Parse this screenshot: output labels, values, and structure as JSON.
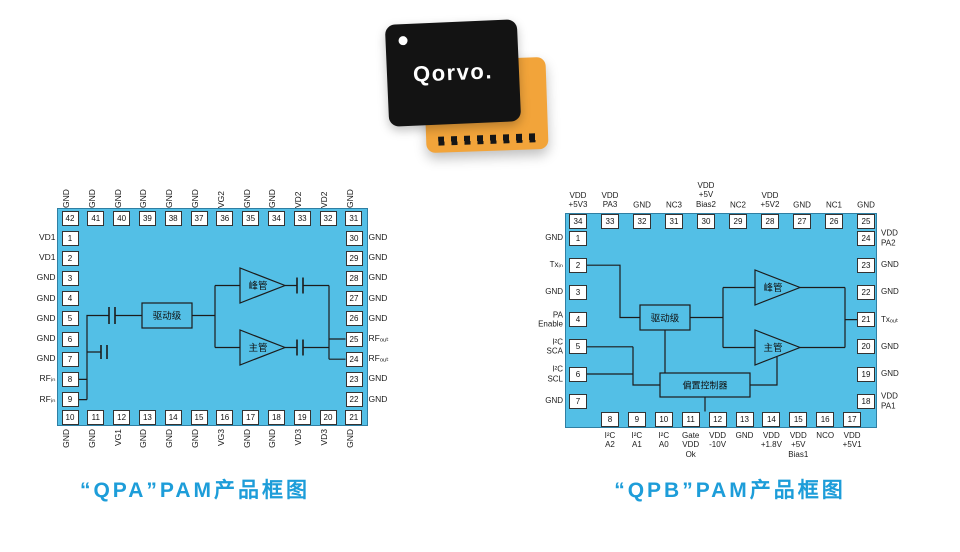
{
  "colors": {
    "diagram_fill": "#53BFE6",
    "diagram_border": "#2F7FA3",
    "caption": "#1D9DD9",
    "chip_black": "#131313",
    "chip_orange": "#F2A43A"
  },
  "chip": {
    "brand": "Qorvo."
  },
  "captions": {
    "qpa": "“QPA”PAM产品框图",
    "qpb": "“QPB”PAM产品框图"
  },
  "qpa": {
    "blocks": {
      "driver": "驱动级",
      "peak": "峰管",
      "main": "主管"
    },
    "pins": {
      "top": [
        {
          "num": "42",
          "label": "GND"
        },
        {
          "num": "41",
          "label": "GND"
        },
        {
          "num": "40",
          "label": "GND"
        },
        {
          "num": "39",
          "label": "GND"
        },
        {
          "num": "38",
          "label": "GND"
        },
        {
          "num": "37",
          "label": "GND"
        },
        {
          "num": "36",
          "label": "VG2"
        },
        {
          "num": "35",
          "label": "GND"
        },
        {
          "num": "34",
          "label": "GND"
        },
        {
          "num": "33",
          "label": "VD2"
        },
        {
          "num": "32",
          "label": "VD2"
        },
        {
          "num": "31",
          "label": "GND"
        }
      ],
      "left": [
        {
          "num": "1",
          "label": "VD1"
        },
        {
          "num": "2",
          "label": "VD1"
        },
        {
          "num": "3",
          "label": "GND"
        },
        {
          "num": "4",
          "label": "GND"
        },
        {
          "num": "5",
          "label": "GND"
        },
        {
          "num": "6",
          "label": "GND"
        },
        {
          "num": "7",
          "label": "GND"
        },
        {
          "num": "8",
          "label": "RFᵢₙ"
        },
        {
          "num": "9",
          "label": "RFᵢₙ"
        }
      ],
      "right": [
        {
          "num": "30",
          "label": "GND"
        },
        {
          "num": "29",
          "label": "GND"
        },
        {
          "num": "28",
          "label": "GND"
        },
        {
          "num": "27",
          "label": "GND"
        },
        {
          "num": "26",
          "label": "GND"
        },
        {
          "num": "25",
          "label": "RFₒᵤₜ"
        },
        {
          "num": "24",
          "label": "RFₒᵤₜ"
        },
        {
          "num": "23",
          "label": "GND"
        },
        {
          "num": "22",
          "label": "GND"
        }
      ],
      "bottom": [
        {
          "num": "10",
          "label": "GND"
        },
        {
          "num": "11",
          "label": "GND"
        },
        {
          "num": "12",
          "label": "VG1"
        },
        {
          "num": "13",
          "label": "GND"
        },
        {
          "num": "14",
          "label": "GND"
        },
        {
          "num": "15",
          "label": "GND"
        },
        {
          "num": "16",
          "label": "VG3"
        },
        {
          "num": "17",
          "label": "GND"
        },
        {
          "num": "18",
          "label": "GND"
        },
        {
          "num": "19",
          "label": "VD3"
        },
        {
          "num": "20",
          "label": "VD3"
        },
        {
          "num": "21",
          "label": "GND"
        }
      ]
    }
  },
  "qpb": {
    "blocks": {
      "driver": "驱动级",
      "peak": "峰管",
      "main": "主管",
      "bias": "偏置控制器"
    },
    "pins": {
      "top": [
        {
          "num": "34",
          "label": "VDD\n+5V3"
        },
        {
          "num": "33",
          "label": "VDD\nPA3"
        },
        {
          "num": "32",
          "label": "GND"
        },
        {
          "num": "31",
          "label": "NC3"
        },
        {
          "num": "30",
          "label": "VDD\n+5V\nBias2"
        },
        {
          "num": "29",
          "label": "NC2"
        },
        {
          "num": "28",
          "label": "VDD\n+5V2"
        },
        {
          "num": "27",
          "label": "GND"
        },
        {
          "num": "26",
          "label": "NC1"
        },
        {
          "num": "25",
          "label": "GND"
        }
      ],
      "left": [
        {
          "num": "1",
          "label": "GND"
        },
        {
          "num": "2",
          "label": "Txᵢₙ"
        },
        {
          "num": "3",
          "label": "GND"
        },
        {
          "num": "4",
          "label": "PA\nEnable"
        },
        {
          "num": "5",
          "label": "I²C\nSCA"
        },
        {
          "num": "6",
          "label": "I²C\nSCL"
        },
        {
          "num": "7",
          "label": "GND"
        }
      ],
      "right": [
        {
          "num": "24",
          "label": "VDD\nPA2"
        },
        {
          "num": "23",
          "label": "GND"
        },
        {
          "num": "22",
          "label": "GND"
        },
        {
          "num": "21",
          "label": "Txₒᵤₜ"
        },
        {
          "num": "20",
          "label": "GND"
        },
        {
          "num": "19",
          "label": "GND"
        },
        {
          "num": "18",
          "label": "VDD\nPA1"
        }
      ],
      "bottom": [
        {
          "num": "8",
          "label": "I²C\nA2"
        },
        {
          "num": "9",
          "label": "I²C\nA1"
        },
        {
          "num": "10",
          "label": "I²C\nA0"
        },
        {
          "num": "11",
          "label": "Gate\nVDD\nOk"
        },
        {
          "num": "12",
          "label": "VDD\n-10V"
        },
        {
          "num": "13",
          "label": "GND"
        },
        {
          "num": "14",
          "label": "VDD\n+1.8V"
        },
        {
          "num": "15",
          "label": "VDD\n+5V\nBias1"
        },
        {
          "num": "16",
          "label": "NCO"
        },
        {
          "num": "17",
          "label": "VDD\n+5V1"
        }
      ]
    }
  }
}
